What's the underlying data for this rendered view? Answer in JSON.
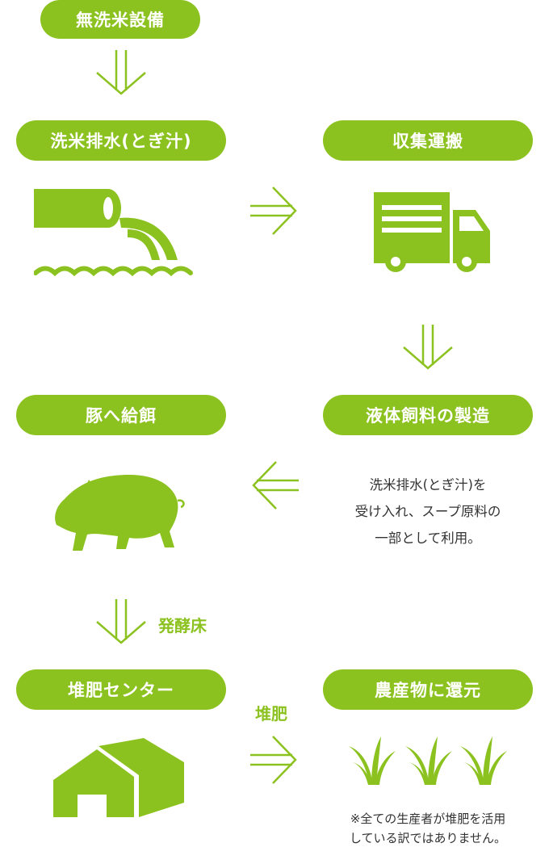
{
  "accent_color": "#8cc21f",
  "steps": {
    "no_wash_rice": "無洗米設備",
    "rinse_water": "洗米排水(とぎ汁)",
    "collection": "収集運搬",
    "liquid_feed": "液体飼料の製造",
    "feed_pigs": "豚へ給餌",
    "compost_center": "堆肥センター",
    "return_farm": "農産物に還元"
  },
  "labels": {
    "fermentation_bed": "発酵床",
    "compost": "堆肥"
  },
  "notes": {
    "liquid_feed_desc": [
      "洗米排水(とぎ汁)を",
      "受け入れ、スープ原料の",
      "一部として利用。"
    ],
    "disclaimer": [
      "※全ての生産者が堆肥を活用",
      "している訳ではありません。"
    ]
  },
  "icons": [
    "drain-pipe-icon",
    "truck-icon",
    "pig-icon",
    "barn-icon",
    "grass-icon"
  ]
}
